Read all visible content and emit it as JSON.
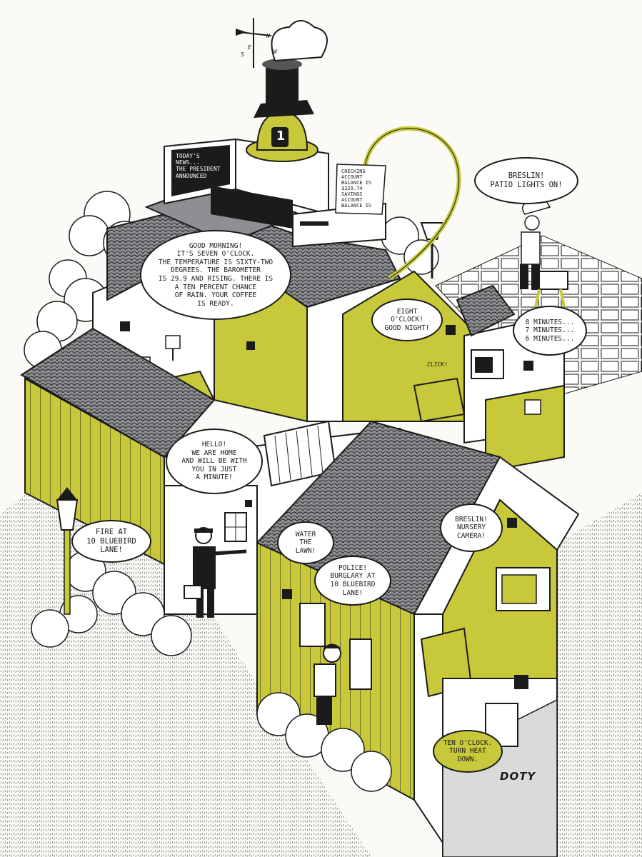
{
  "colors": {
    "accent_yellow_green": "#c7c83a",
    "roof_gray": "#8d8f92",
    "ink": "#1b1b1b",
    "paper": "#fbfaf6",
    "white": "#ffffff"
  },
  "weather_vane": {
    "letters": [
      "N",
      "E",
      "S",
      "W"
    ]
  },
  "fire_helmet": {
    "number": "1"
  },
  "computer_screen": {
    "text": "TODAY'S\nNEWS...\nTHE PRESIDENT\nANNOUNCED"
  },
  "printer_paper": {
    "text": "CHECKING\nACCOUNT\nBALANCE IS\n$329.74\nSAVINGS\nACCOUNT\nBALANCE IS"
  },
  "bubbles": {
    "good_morning": "GOOD MORNING!\nIT'S SEVEN O'CLOCK.\nTHE TEMPERATURE IS SIXTY-TWO\nDEGREES. THE BAROMETER\nIS 29.9 AND RISING. THERE IS\nA TEN PERCENT CHANCE\nOF RAIN. YOUR COFFEE\nIS READY.",
    "patio_lights": "BRESLIN!\nPATIO LIGHTS ON!",
    "eight_oclock": "EIGHT\nO'CLOCK!\nGOOD NIGHT!",
    "minutes": "8 MINUTES...\n7 MINUTES...\n6 MINUTES...",
    "hello_home": "HELLO!\nWE ARE HOME\nAND WILL BE WITH\nYOU IN JUST\nA MINUTE!",
    "fire": "FIRE AT\n10 BLUEBIRD\nLANE!",
    "water_lawn": "WATER\nTHE\nLAWN!",
    "police": "POLICE!\nBURGLARY AT\n10 BLUEBIRD\nLANE!",
    "nursery_camera": "BRESLIN!\nNURSERY\nCAMERA!",
    "heat_down": "TEN O'CLOCK.\nTURN HEAT\nDOWN."
  },
  "sound_labels": {
    "click": "CLICK!"
  },
  "signature": "DOTY"
}
